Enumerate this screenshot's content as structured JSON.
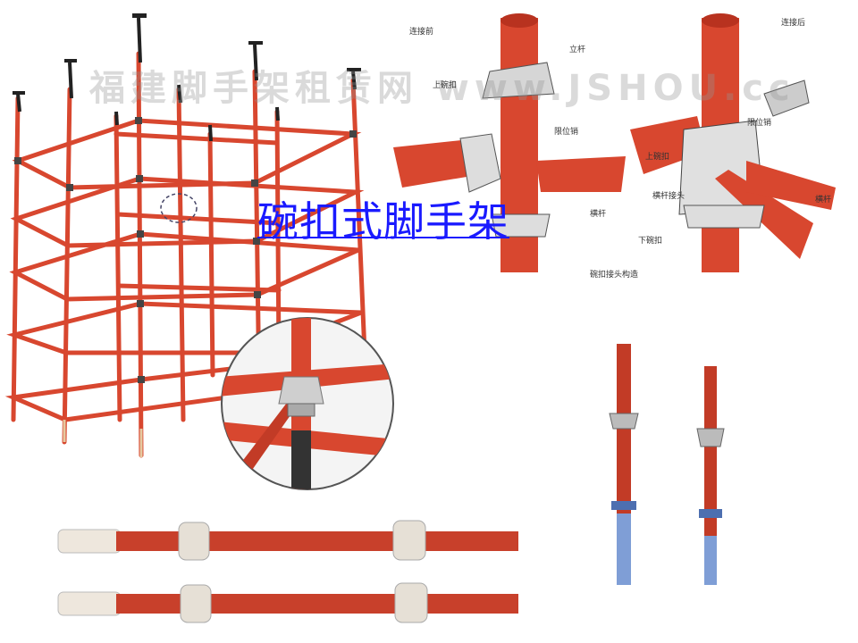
{
  "title": "碗扣式脚手架",
  "watermark": "福建脚手架租赁网 www.JSHOU.cc",
  "colors": {
    "pipe_red": "#d8472f",
    "pipe_dark": "#9c2a1a",
    "coupler_silver": "#c9c9c9",
    "title_blue": "#1a1aff",
    "sleeve_blue": "#7f9ed6"
  },
  "diagram_labels": {
    "left_caption": "连接前",
    "right_caption": "连接后",
    "bottom_caption": "碗扣接头构造",
    "vertical_pole": "立杆",
    "upper_bowl": "上碗扣",
    "limit_pin": "限位销",
    "horizontal_bar": "横杆",
    "upper_bowl_2": "上碗扣",
    "limit_pin_2": "限位销",
    "bar_joint": "横杆接头",
    "horizontal_bar_2": "横杆",
    "lower_bowl": "下碗扣"
  }
}
